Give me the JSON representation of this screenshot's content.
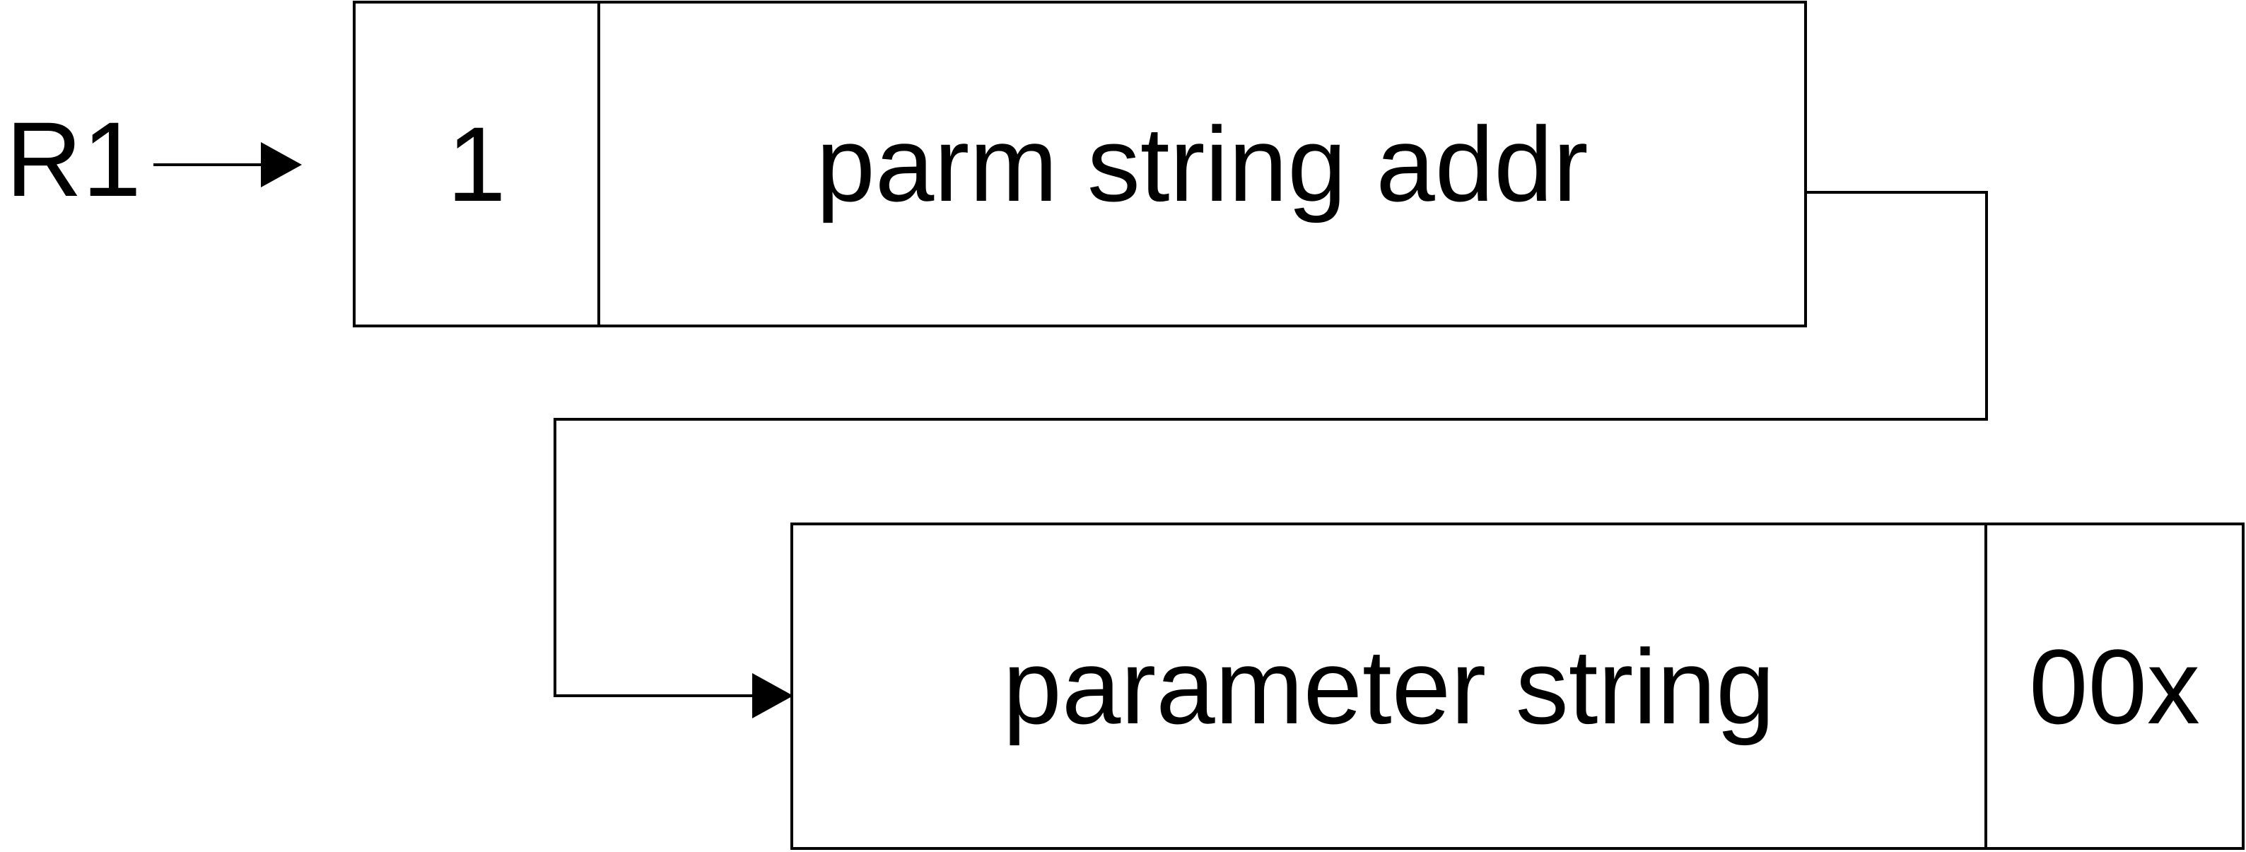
{
  "diagram": {
    "register": {
      "label": "R1"
    },
    "parm_pointer_box": {
      "flag": "1",
      "label": "parm string addr"
    },
    "parameter_string_box": {
      "label": "parameter string",
      "terminator": "00x"
    }
  },
  "colors": {
    "line": "#000000",
    "background": "#ffffff",
    "text": "#000000"
  }
}
